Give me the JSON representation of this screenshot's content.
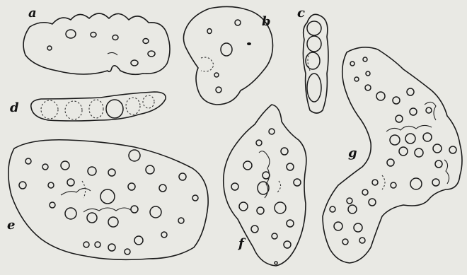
{
  "figure": {
    "labels": {
      "a": "a",
      "b": "b",
      "c": "c",
      "d": "d",
      "e": "e",
      "f": "f",
      "g": "g"
    }
  }
}
